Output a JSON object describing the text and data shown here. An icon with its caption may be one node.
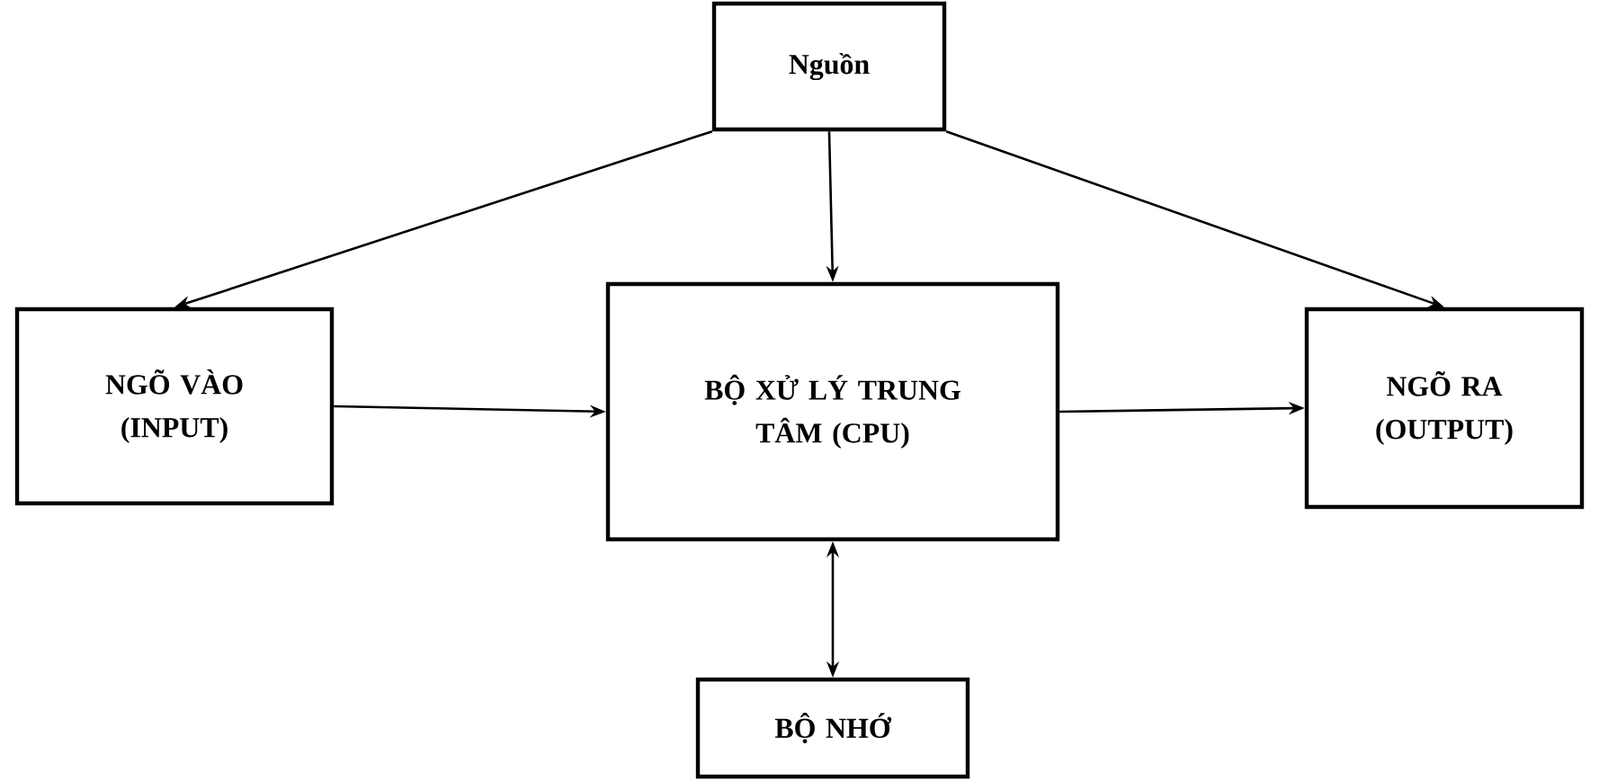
{
  "diagram": {
    "nodes": [
      {
        "text": [
          "Nguồn"
        ]
      },
      {
        "text": [
          "NGÕ VÀO (INPUT)"
        ]
      },
      {
        "text": [
          "BỘ XỬ LÝ TRUNG TÂM (CPU)"
        ]
      },
      {
        "text": [
          "NGÕ RA (OUTPUT)"
        ]
      },
      {
        "text": [
          "BỘ NHỚ"
        ]
      }
    ],
    "edges": [
      {
        "from": 0,
        "to": 1,
        "arrow": "to"
      },
      {
        "from": 0,
        "to": 2,
        "arrow": "to"
      },
      {
        "from": 0,
        "to": 3,
        "arrow": "to"
      },
      {
        "from": 1,
        "to": 2,
        "arrow": "to"
      },
      {
        "from": 2,
        "to": 3,
        "arrow": "to"
      },
      {
        "from": 2,
        "to": 4,
        "arrow": "both"
      }
    ]
  }
}
